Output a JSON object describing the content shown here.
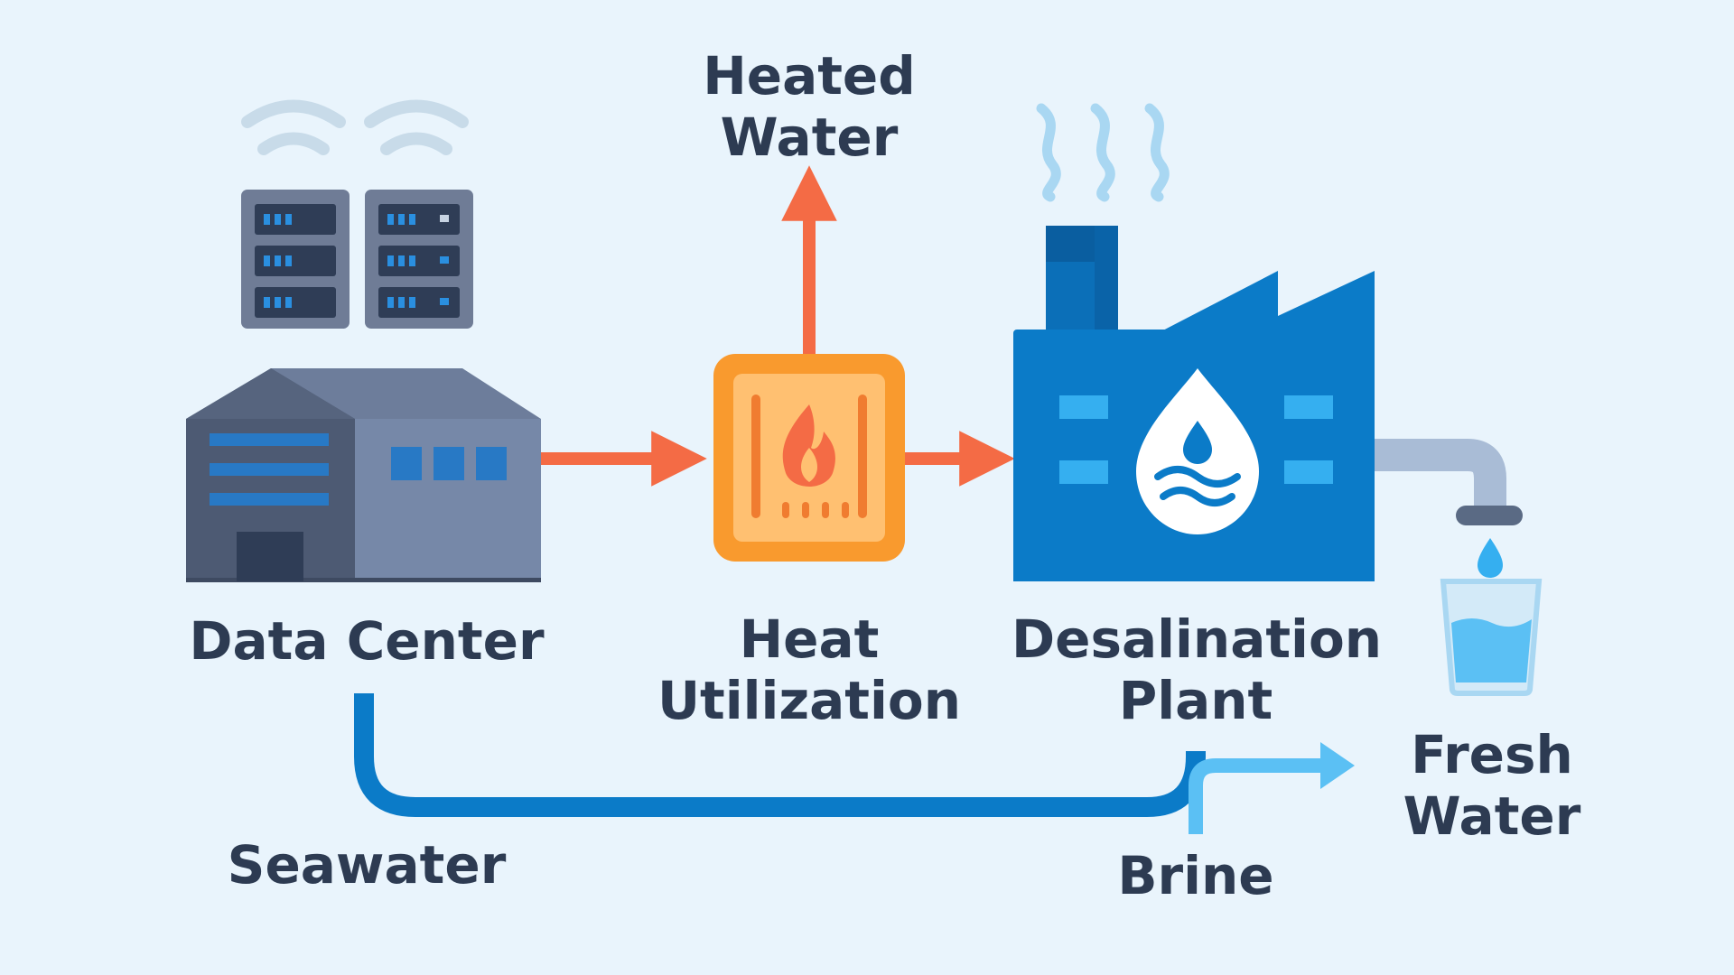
{
  "colors": {
    "background": "#e9f4fc",
    "text": "#2d3b52",
    "building_dark": "#4d5a73",
    "building_light": "#7688a8",
    "server": "#6f7c96",
    "heat_arrow": "#f46b45",
    "heat_box": "#f99a2e",
    "heat_inner": "#ffc071",
    "plant_blue": "#0b7bc8",
    "water_light": "#35aff0",
    "steam": "#a9d7f2"
  },
  "labels": {
    "heated_water": [
      "Heated",
      "Water"
    ],
    "data_center": [
      "Data Center"
    ],
    "heat_utilization": [
      "Heat",
      "Utilization"
    ],
    "desalination_plant": [
      "Desalination",
      "Plant"
    ],
    "fresh_water": [
      "Fresh",
      "Water"
    ],
    "seawater": [
      "Seawater"
    ],
    "brine": [
      "Brine"
    ]
  },
  "icons": [
    "wifi-signal-icon",
    "server-rack-icon",
    "data-center-building-icon",
    "heat-exchanger-flame-icon",
    "steam-icon",
    "factory-icon",
    "water-drop-icon",
    "faucet-icon",
    "water-glass-icon"
  ]
}
